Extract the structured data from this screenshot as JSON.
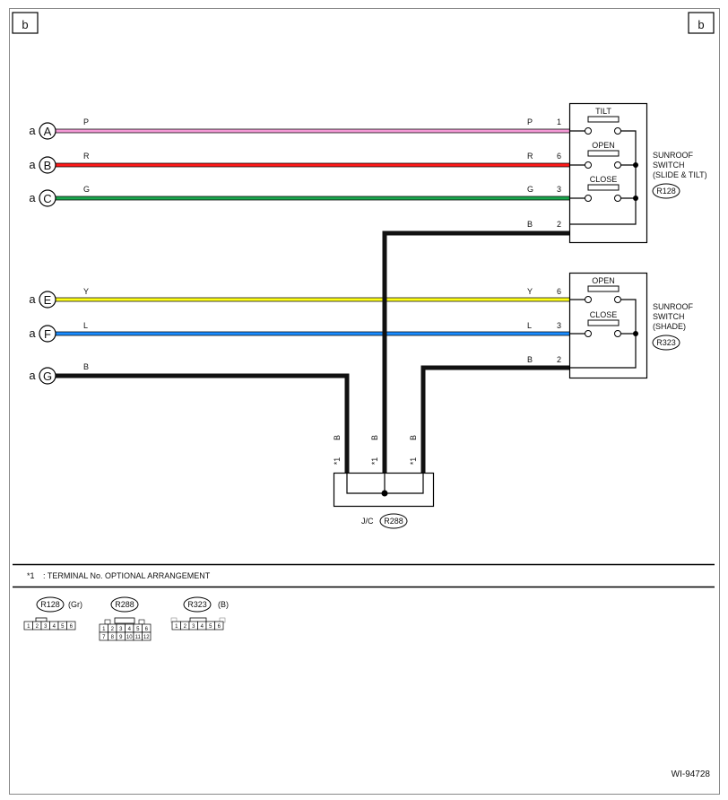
{
  "page": {
    "corner_left": "b",
    "corner_right": "b",
    "figure_id": "WI-94728"
  },
  "connectors_left": [
    {
      "prefix": "a",
      "letter": "A",
      "wire": "P",
      "color": "#f49ad6",
      "pin_label": "P",
      "pin": "1"
    },
    {
      "prefix": "a",
      "letter": "B",
      "wire": "R",
      "color": "#ff1a1a",
      "pin_label": "R",
      "pin": "6"
    },
    {
      "prefix": "a",
      "letter": "C",
      "wire": "G",
      "color": "#1aa64d",
      "pin_label": "G",
      "pin": "3"
    },
    {
      "prefix": "a",
      "letter": "E",
      "wire": "Y",
      "color": "#ffff1a",
      "pin_label": "Y",
      "pin": "6"
    },
    {
      "prefix": "a",
      "letter": "F",
      "wire": "L",
      "color": "#1a8cff",
      "pin_label": "L",
      "pin": "3"
    },
    {
      "prefix": "a",
      "letter": "G",
      "wire": "B",
      "color": "#111111"
    }
  ],
  "switch_slide_tilt": {
    "title_line1": "SUNROOF",
    "title_line2": "SWITCH",
    "title_line3": "(SLIDE & TILT)",
    "connector": "R128",
    "contacts": [
      "TILT",
      "OPEN",
      "CLOSE"
    ],
    "ground_wire": "B",
    "ground_pin": "2"
  },
  "switch_shade": {
    "title_line1": "SUNROOF",
    "title_line2": "SWITCH",
    "title_line3": "(SHADE)",
    "connector": "R323",
    "contacts": [
      "OPEN",
      "CLOSE"
    ],
    "ground_wire": "B",
    "ground_pin": "2"
  },
  "junction": {
    "label": "J/C",
    "connector": "R288",
    "wire_labels": [
      "B",
      "B",
      "B"
    ],
    "terminal_marks": [
      "*1",
      "*1",
      "*1"
    ]
  },
  "note": {
    "mark": "*1",
    "text": ": TERMINAL No. OPTIONAL ARRANGEMENT"
  },
  "connector_views": [
    {
      "name": "R128",
      "suffix": "(Gr)",
      "pins": [
        "1",
        "2",
        "3",
        "4",
        "5",
        "6"
      ]
    },
    {
      "name": "R288",
      "suffix": "",
      "pins": [
        "1",
        "2",
        "3",
        "4",
        "5",
        "6",
        "7",
        "8",
        "9",
        "10",
        "11",
        "12"
      ]
    },
    {
      "name": "R323",
      "suffix": "(B)",
      "pins": [
        "1",
        "2",
        "3",
        "4",
        "5",
        "6"
      ]
    }
  ],
  "colors": {
    "pink": "#f49ad6",
    "red": "#ff1a1a",
    "green": "#1aa64d",
    "yellow": "#ffff1a",
    "blue": "#1a8cff",
    "black": "#111111"
  }
}
